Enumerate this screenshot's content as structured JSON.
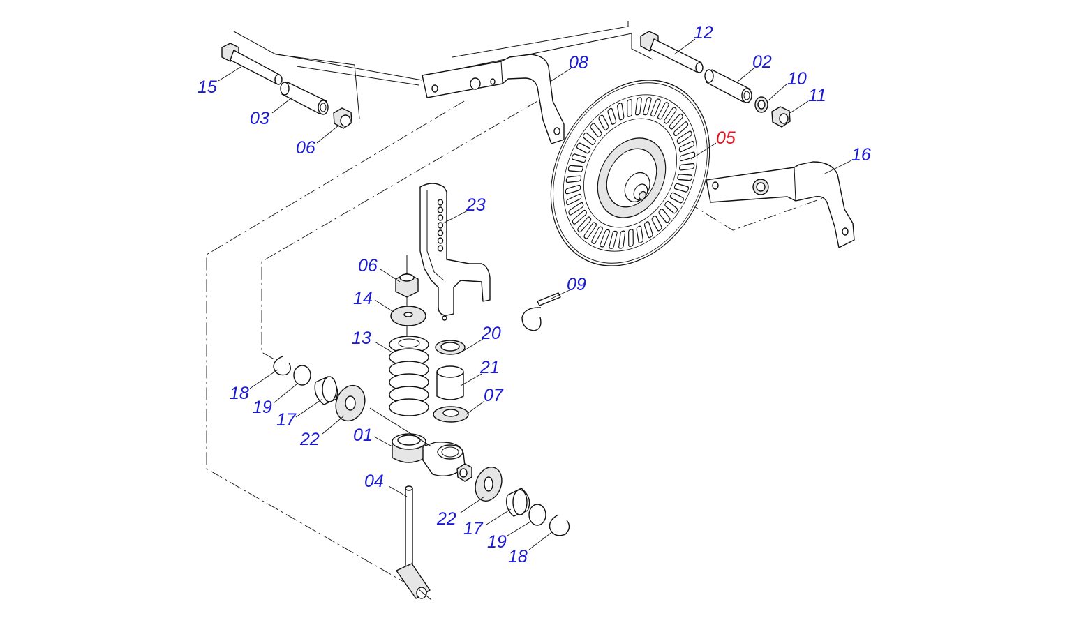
{
  "colors": {
    "label": "#1a1ad6",
    "highlight": "#e0141e",
    "line": "#111111"
  },
  "highlighted_part": "05",
  "labels": [
    {
      "id": "p01",
      "text": "01"
    },
    {
      "id": "p02",
      "text": "02"
    },
    {
      "id": "p03",
      "text": "03"
    },
    {
      "id": "p04",
      "text": "04"
    },
    {
      "id": "p05",
      "text": "05"
    },
    {
      "id": "p06a",
      "text": "06"
    },
    {
      "id": "p06b",
      "text": "06"
    },
    {
      "id": "p07",
      "text": "07"
    },
    {
      "id": "p08",
      "text": "08"
    },
    {
      "id": "p09",
      "text": "09"
    },
    {
      "id": "p10",
      "text": "10"
    },
    {
      "id": "p11",
      "text": "11"
    },
    {
      "id": "p12",
      "text": "12"
    },
    {
      "id": "p13",
      "text": "13"
    },
    {
      "id": "p14",
      "text": "14"
    },
    {
      "id": "p15",
      "text": "15"
    },
    {
      "id": "p16",
      "text": "16"
    },
    {
      "id": "p17a",
      "text": "17"
    },
    {
      "id": "p17b",
      "text": "17"
    },
    {
      "id": "p18a",
      "text": "18"
    },
    {
      "id": "p18b",
      "text": "18"
    },
    {
      "id": "p19a",
      "text": "19"
    },
    {
      "id": "p19b",
      "text": "19"
    },
    {
      "id": "p20",
      "text": "20"
    },
    {
      "id": "p21",
      "text": "21"
    },
    {
      "id": "p22a",
      "text": "22"
    },
    {
      "id": "p22b",
      "text": "22"
    },
    {
      "id": "p23",
      "text": "23"
    }
  ]
}
